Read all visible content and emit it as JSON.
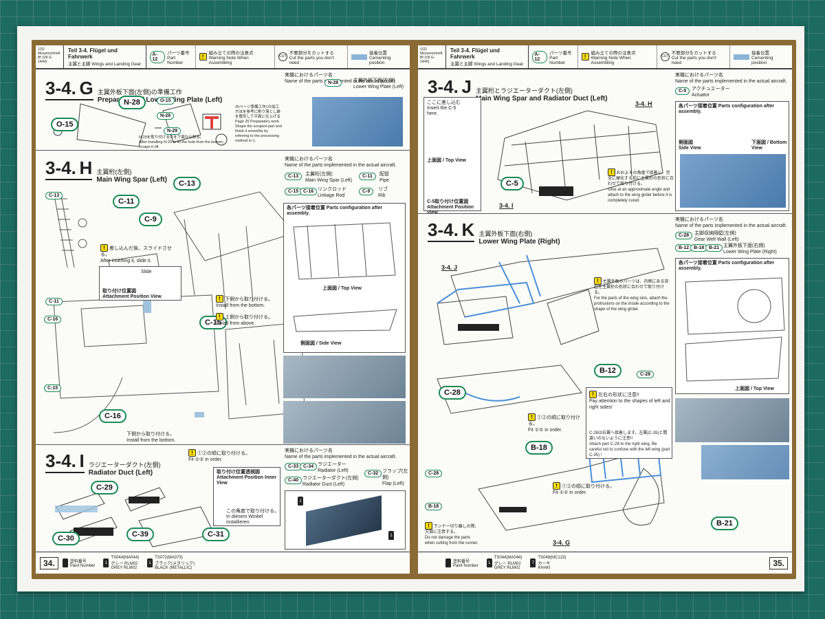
{
  "left_page": {
    "header": {
      "brand_lines": [
        "1/32",
        "Messerschmitt",
        "Bf 109 G-14/AS"
      ],
      "section": "Teil 3-4. Flügel und Fahrwerk",
      "section_sub": "主翼と主脚   Wings and Landing Gear",
      "part_badge": "A-12",
      "part_jp": "パーツ番号",
      "part_en": "Part Number",
      "warn_jp": "組み立ての際の注意点",
      "warn_en": "Warning Note When Assembling",
      "cut_jp": "不要部分をカットする",
      "cut_en": "Cut the parts you don't need",
      "cement_jp": "接着位置",
      "cement_en": "Cementing position"
    },
    "g": {
      "num": "G",
      "prefix": "3-4.",
      "title_jp": "主翼外板下面(左側)の準備工作",
      "title_en": "Preparation of Lower Wing Plate (Left)",
      "parts": [
        "O-15",
        "N-28",
        "N-29"
      ],
      "note_jp": "25ページ準備工作1の加工方法を参考に削り落とし跡を整形して平面に仕上げる",
      "note_en": "Page 25 Preparatory work. Shape the scraped part and finish it smoothly by referring to the processing method in 1.",
      "note2_jp": "N-29を取り付ける穴を下面から削る。",
      "note2_en": "After installing N-29 to fill the hole from the bottom, scrape it off.",
      "real_jp": "実機におけるパーツ名",
      "real_en": "Name of the parts implemented in the actual aircraft.",
      "real_part": "N-28",
      "real_part_name_jp": "主翼外板下面(左側)",
      "real_part_name_en": "Lower Wing Plate (Left)"
    },
    "h": {
      "num": "H",
      "prefix": "3-4.",
      "title_jp": "主翼桁(左側)",
      "title_en": "Main Wing Spar (Left)",
      "parts": [
        "C-13",
        "C-11",
        "C-9",
        "C-15",
        "C-16"
      ],
      "real_jp": "実機におけるパーツ名",
      "real_en": "Name of the parts implemented in the actual aircraft.",
      "real_list": [
        {
          "id": "C-13",
          "jp": "主翼桁(左側)",
          "en": "Main Wing Spar (Left)"
        },
        {
          "id": "C-11",
          "jp": "配管",
          "en": "Pipe"
        },
        {
          "id": "C-15",
          "id2": "C-16",
          "jp": "リンクロッド",
          "en": "Linkage Rod"
        },
        {
          "id": "C-9",
          "jp": "リブ",
          "en": "Rib"
        }
      ],
      "config_title": "各パーツ接着位置 Parts configuration after assembly.",
      "slide_jp": "差し込んだ後、スライドさせる。",
      "slide_en": "After inserting it, slide it.",
      "slide_label": "Slide",
      "attach_jp": "取り付け位置図",
      "attach_en": "Attachment Position View",
      "bottom_jp": "下側から取り付ける。",
      "bottom_en": "Install from the bottom.",
      "above_jp": "上側から取り付ける。",
      "above_en": "Install from above.",
      "bottom2_jp": "下側から取り付ける。",
      "bottom2_en": "Install from the bottom.",
      "top_view_jp": "上面図",
      "top_view_en": "Top View",
      "side_view_jp": "側面図",
      "side_view_en": "Side View"
    },
    "i": {
      "num": "I",
      "prefix": "3-4.",
      "title_jp": "ラジエーターダクト(左側)",
      "title_en": "Radiator Duct (Left)",
      "parts": [
        "C-29",
        "C-30",
        "C-39",
        "C-31"
      ],
      "order_jp": "①②の順に取り付ける。",
      "order_en": "Fit ①② in order.",
      "attach_jp": "取り付け位置透視図",
      "attach_en": "Attachment Position Inner View",
      "angle_jp": "この角度で取り付ける。",
      "angle_de": "In diesem Winkel installieren.",
      "real_jp": "実機におけるパーツ名",
      "real_en": "Name of the parts implemented in the actual aircraft.",
      "real_list": [
        {
          "id": "C-33",
          "id2": "C-34",
          "jp": "ラジエーター",
          "en": "Radiator (Left)"
        },
        {
          "id": "C-40",
          "jp": "ラジエーターダクト(左側)",
          "en": "Radiator Duct (Left)"
        },
        {
          "id": "C-32",
          "jp": "フラップ(左側)",
          "en": "Flap (Left)"
        }
      ]
    },
    "footer": {
      "page": "34.",
      "paint_jp": "塗料番号",
      "paint_en": "Paint Number",
      "paints": [
        {
          "num": "1",
          "code": "TS044(MA044)",
          "jp": "グレー RLM02",
          "en": "GREY RLM02"
        },
        {
          "num": "1",
          "code": "TS072(MA073)",
          "jp": "ブラック(メタリック)",
          "en": "BLACK (METALLIC)"
        }
      ]
    }
  },
  "right_page": {
    "header": {
      "brand_lines": [
        "1/32",
        "Messerschmitt",
        "Bf 109 G-14/AS"
      ],
      "section": "Teil 3-4. Flügel und Fahrwerk",
      "section_sub": "主翼と主脚   Wings and Landing Gear",
      "part_badge": "A-12",
      "part_jp": "パーツ番号",
      "part_en": "Part Number",
      "warn_jp": "組み立ての際の注意点",
      "warn_en": "Warning Note When Assembling",
      "cut_jp": "不要部分をカットする",
      "cut_en": "Cut the parts you don't need",
      "cement_jp": "接着位置",
      "cement_en": "Cementing position"
    },
    "j": {
      "num": "J",
      "prefix": "3-4.",
      "title_jp": "主翼桁とラジエーターダクト(左側)",
      "title_en": "Main Wing Spar and Radiator Duct (Left)",
      "parts": [
        "C-5"
      ],
      "insert_jp": "ここに差し込む",
      "insert_en": "Insert the C-5 here.",
      "ref": "3-4. H",
      "ref2": "3-4. I",
      "top_view_jp": "上面図",
      "top_view_en": "Top View",
      "attach_jp": "C-5取り付け位置図",
      "attach_en": "Attachment Position View",
      "glue_jp": "おおよその角度で接着し、完全に硬化する前に主翼桁の形状に合わせて取り付ける。",
      "glue_en": "Glue at an approximate angle and attach to the wing girder before it is completely cured.",
      "real_jp": "実機におけるパーツ名",
      "real_en": "Name of the parts implemented in the actual aircraft.",
      "real_part": "C-5",
      "real_part_jp": "アクチュエーター",
      "real_part_en": "Actuator",
      "config_title": "各パーツ接着位置 Parts configuration after assembly.",
      "side_view_jp": "側面図",
      "side_view_en": "Side View",
      "bottom_view_jp": "下面図",
      "bottom_view_en": "Bottom View"
    },
    "k": {
      "num": "K",
      "prefix": "3-4.",
      "title_jp": "主翼外板下面(右側)",
      "title_en": "Lower Wing Plate (Right)",
      "parts": [
        "B-12",
        "C-28",
        "B-18",
        "B-21"
      ],
      "ref": "3-4. J",
      "ref2": "3-4. G",
      "skin_jp": "主翼外板のパーツは、内側にある突起を主翼桁の形状に合わせて取り付ける。",
      "skin_en": "For the parts of the wing skin, attach the protrusions on the inside according to the shape of the wing girder.",
      "order_jp": "①②の順に取り付ける。",
      "order_en": "Fit ①② in order.",
      "shape_jp": "左右の形状に注意!!",
      "shape_en": "Pay attention to the shapes of left and right sides!",
      "c28_jp": "C-28は右翼へ接着します。左翼(C-35)と間違いのないように注意!!",
      "c28_en": "Attach part C-28 to the right wing. Be careful not to confuse with the left wing (part C-35) !",
      "order2_jp": "①②の順に取り付ける。",
      "order2_en": "Fit ①② in order.",
      "runner_jp": "ランナー切り離しの際、欠損に注意する。",
      "runner_en": "Do not damage the parts when cutting from the runner.",
      "real_jp": "実機におけるパーツ名",
      "real_en": "Name of the parts implemented in the actual aircraft.",
      "real_list": [
        {
          "id": "C-28",
          "jp": "主脚収納隔壁(左側)",
          "en": "Gear Well Wall (Left)"
        },
        {
          "id": "B-12",
          "id2": "B-18",
          "id3": "B-21",
          "jp": "主翼外板下面(右側)",
          "en": "Lower Wing Plate (Right)"
        }
      ],
      "config_title": "各パーツ接着位置 Parts configuration after assembly.",
      "bottom_view_jp": "上面図",
      "bottom_view_en": "Top View"
    },
    "footer": {
      "page": "35.",
      "paint_jp": "塗料番号",
      "paint_en": "Paint Number",
      "paints": [
        {
          "num": "1",
          "code": "TS044(MA044)",
          "jp": "グレー RLM02",
          "en": "GREY RLM02"
        },
        {
          "num": "7",
          "code": "TS048(MC123)",
          "jp": "カーキ",
          "en": "KHAKI"
        }
      ]
    }
  },
  "colors": {
    "mat": "#1d6a61",
    "frame": "#8a6a35",
    "part_ring": "#1a8a55",
    "warn": "#f5d90a",
    "cement": "#8bb5d8"
  }
}
